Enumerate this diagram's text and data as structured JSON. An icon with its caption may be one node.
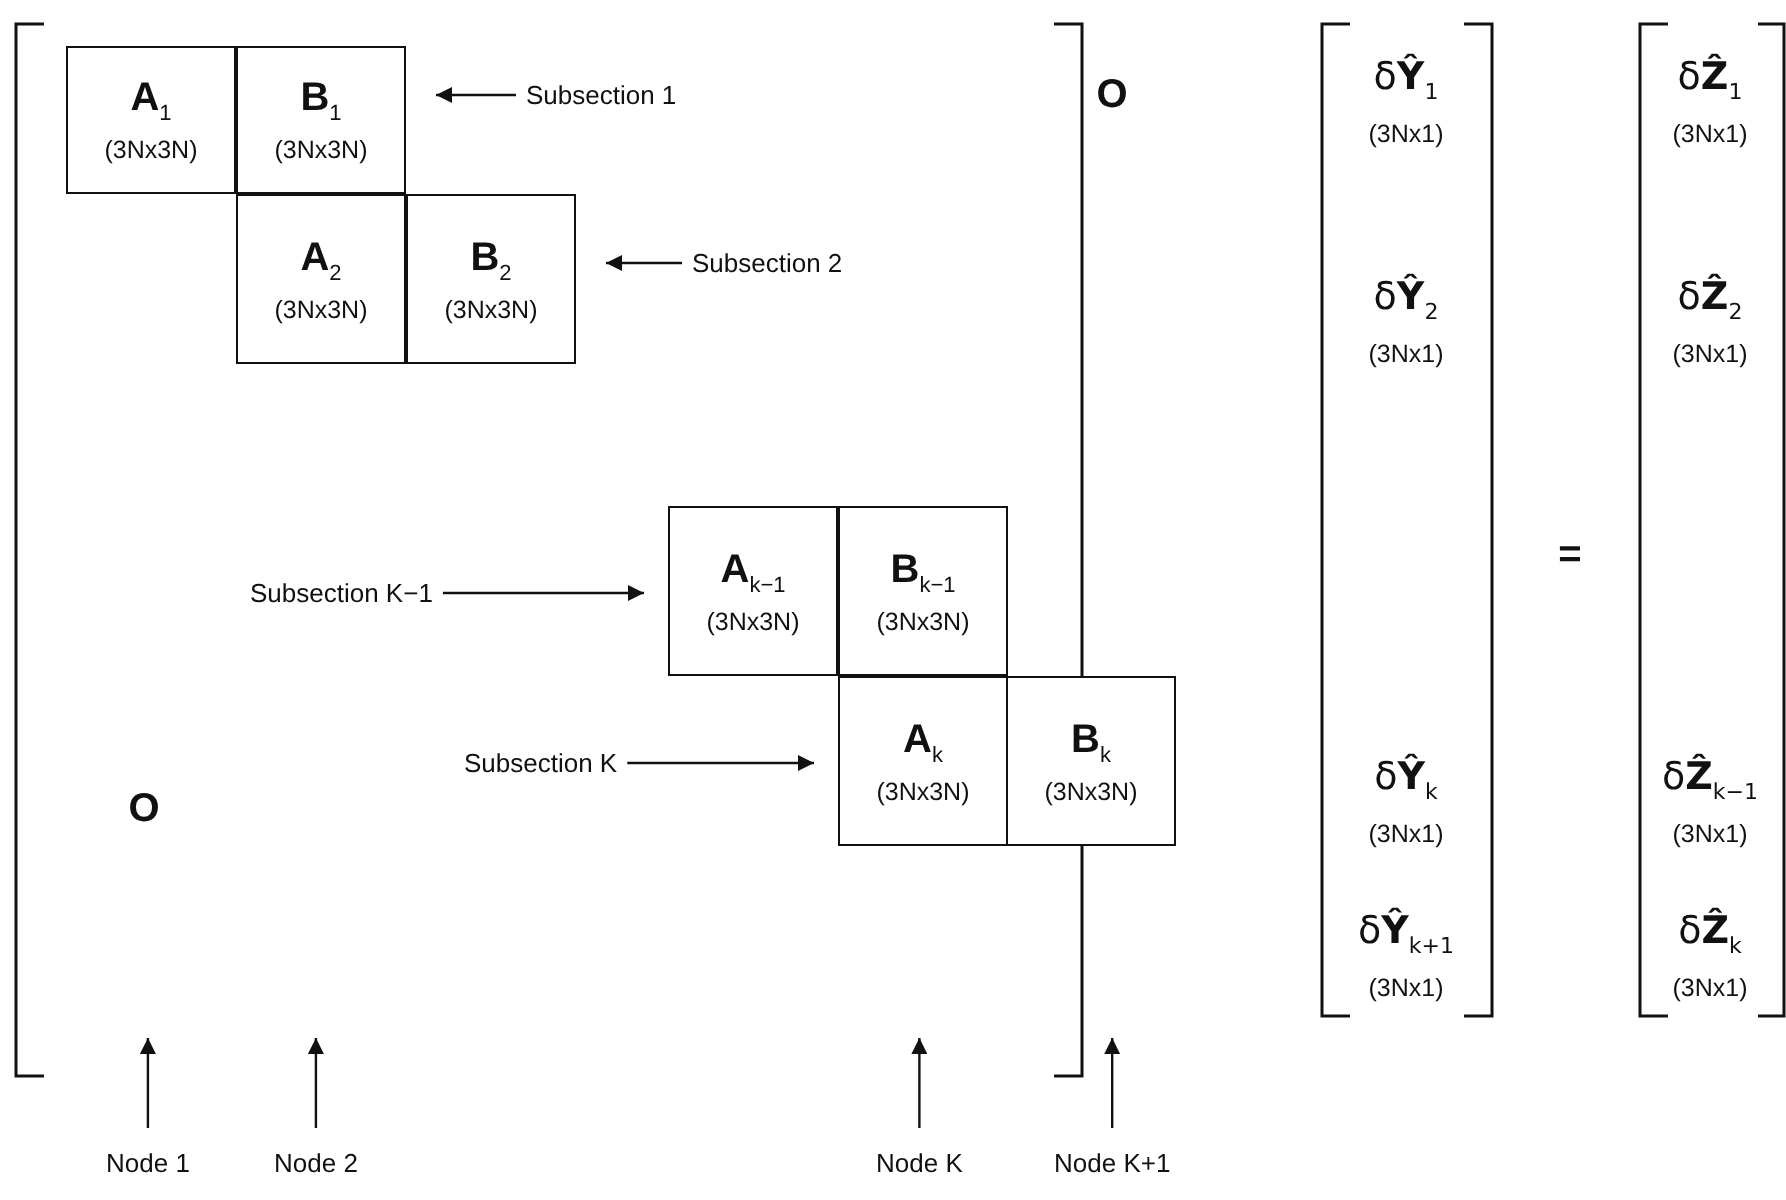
{
  "diagram": {
    "nodes": [
      {
        "text": [
          "**A**$_{1}$",
          "(3Nx3N)"
        ]
      },
      {
        "text": [
          "**B**$_{1}$",
          "(3Nx3N)"
        ]
      },
      {
        "text": [
          "**A**$_{2}$",
          "(3Nx3N)"
        ]
      },
      {
        "text": [
          "**B**$_{2}$",
          "(3Nx3N)"
        ]
      },
      {
        "text": [
          "**A**$_{k−1}$",
          "(3Nx3N)"
        ]
      },
      {
        "text": [
          "**B**$_{k−1}$",
          "(3Nx3N)"
        ]
      },
      {
        "text": [
          "**A**$_{k}$",
          "(3Nx3N)"
        ]
      },
      {
        "text": [
          "**B**$_{k}$",
          "(3Nx3N)"
        ]
      },
      {
        "text": [
          "Subsection 1"
        ]
      },
      {
        "text": [
          "Subsection 2"
        ]
      },
      {
        "text": [
          "Subsection K−1"
        ]
      },
      {
        "text": [
          "Subsection K"
        ]
      },
      {
        "text": [
          "Node 1"
        ]
      },
      {
        "text": [
          "Node 2"
        ]
      },
      {
        "text": [
          "Node K"
        ]
      },
      {
        "text": [
          "Node K+1"
        ]
      }
    ],
    "edges": [
      {
        "from": 8,
        "to": 1,
        "arrow": "to"
      },
      {
        "from": 9,
        "to": 3,
        "arrow": "to"
      },
      {
        "from": 10,
        "to": 4,
        "arrow": "to"
      },
      {
        "from": 11,
        "to": 6,
        "arrow": "to"
      },
      {
        "from": 12,
        "to": null,
        "arrow": "to"
      },
      {
        "from": 13,
        "to": null,
        "arrow": "to"
      },
      {
        "from": 14,
        "to": null,
        "arrow": "to"
      },
      {
        "from": 15,
        "to": null,
        "arrow": "to"
      }
    ],
    "labels": [
      "O",
      "δ**Ŷ**$_{1}$",
      "(3Nx1)",
      "δ**Ẑ**$_{1}$",
      "(3Nx1)",
      "δ**Ŷ**$_{2}$",
      "(3Nx1)",
      "δ**Ẑ**$_{2}$",
      "(3Nx1)",
      "=",
      "δ**Ŷ**$_{k}$",
      "(3Nx1)",
      "δ**Ẑ**$_{k−1}$",
      "(3Nx1)",
      "O",
      "δ**Ŷ**$_{k+1}$",
      "(3Nx1)",
      "δ**Ẑ**$_{k}$",
      "(3Nx1)"
    ]
  }
}
